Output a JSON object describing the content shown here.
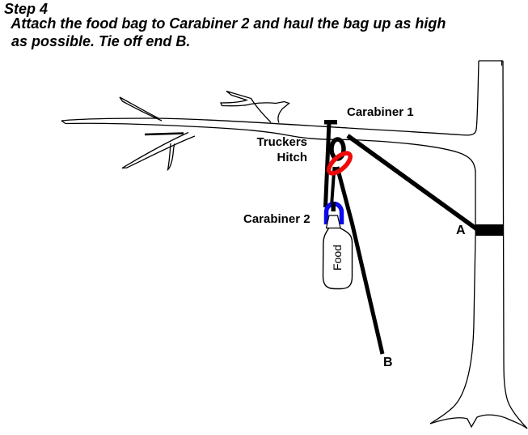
{
  "header": {
    "step_title": "Step 4",
    "instruction_line1": " Attach the food bag to Carabiner 2 and haul the bag up as high",
    "instruction_line2": " as possible. Tie off end B."
  },
  "diagram": {
    "labels": {
      "carabiner1": "Carabiner 1",
      "truckers_hitch": "Truckers\nHitch",
      "carabiner2": "Carabiner 2",
      "food_bag": "Food",
      "end_a": "A",
      "end_b": "B"
    },
    "colors": {
      "rope": "#000000",
      "truckers_hitch_loop": "#ee0a0a",
      "carabiner2_body": "#0a0aee",
      "tree_outline": "#000000",
      "background": "#ffffff"
    }
  }
}
